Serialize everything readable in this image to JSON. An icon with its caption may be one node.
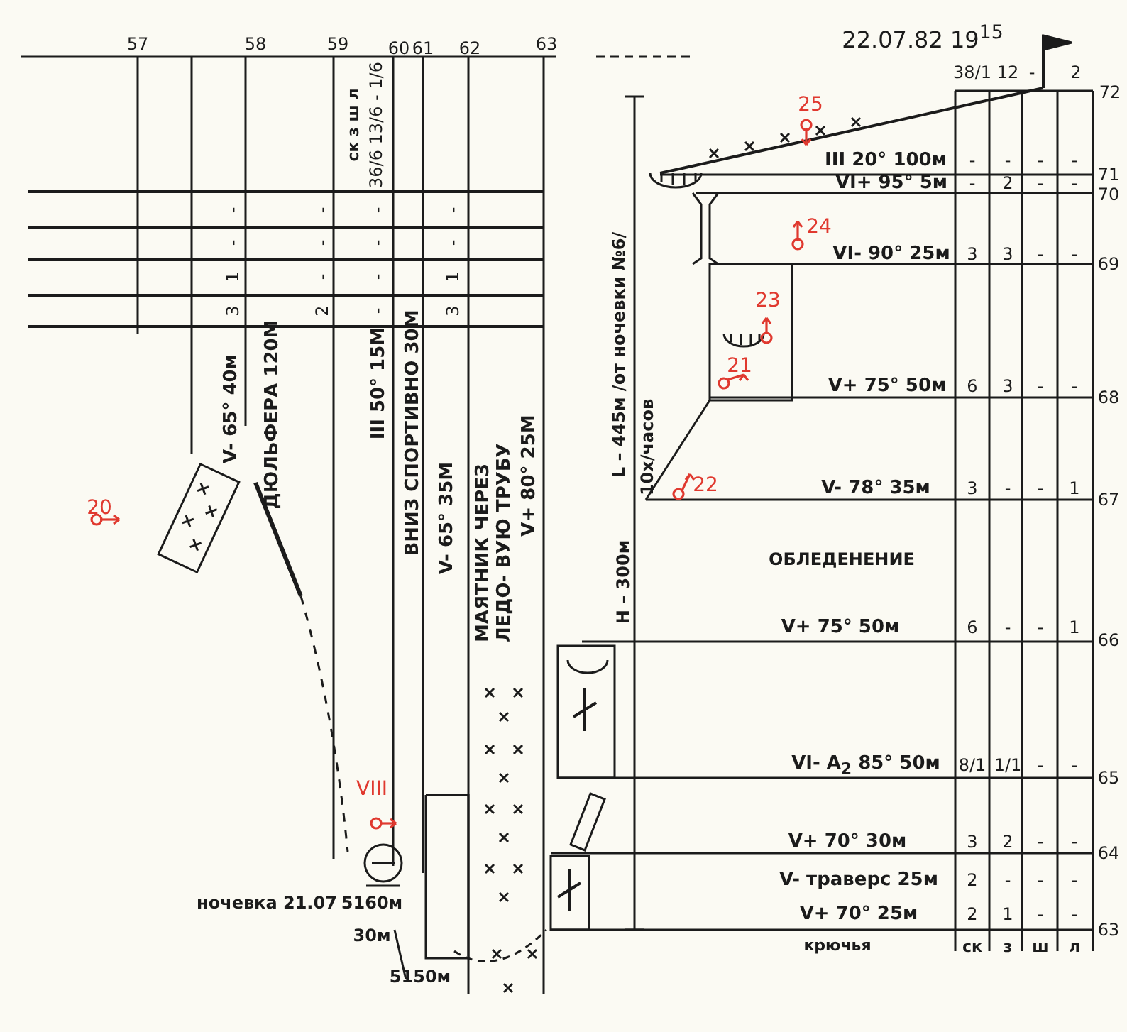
{
  "diagram": {
    "labels": [
      "22.07.82 19$^{15}$",
      "57",
      "58",
      "59",
      "60",
      "61",
      "62",
      "63",
      "38/1",
      "12",
      "-",
      "2",
      "72",
      "25",
      "ск з ш л",
      "36/6 13/6 - 1/6",
      "III 20° 100м",
      "-",
      "-",
      "-",
      "-",
      "71",
      "VI+ 95° 5м",
      "-",
      "2",
      "-",
      "-",
      "70",
      "-",
      "-",
      "-",
      "-",
      "24",
      "-",
      "-",
      "-",
      "-",
      "1",
      "-",
      "-",
      "1",
      "3",
      "2",
      "-",
      "3",
      "VI- 90° 25м",
      "3",
      "3",
      "-",
      "-",
      "69",
      "23",
      "21",
      "V+ 75° 50м",
      "6",
      "3",
      "-",
      "-",
      "68",
      "V- 65° 40м",
      "ДЮЛЬФЕРА 120М",
      "III 50° 15М",
      "ВНИЗ СПОРТИВНО 30М",
      "V- 65° 35М",
      "МАЯТНИК ЧЕРЕЗ ЛЕДО- ВУЮ ТРУБУ",
      "V+ 80° 25М",
      "L – 445м /от ночевки №6/",
      "10х/часов",
      "22",
      "V- 78° 35м",
      "3",
      "-",
      "-",
      "1",
      "67",
      "20",
      "ОБЛЕДЕНЕНИЕ",
      "H – 300м",
      "V+ 75° 50м",
      "6",
      "-",
      "-",
      "1",
      "66",
      "VI- A$_{2}$ 85° 50м",
      "8/1",
      "1/1",
      "-",
      "-",
      "65",
      "VIII",
      "V+ 70° 30м",
      "3",
      "2",
      "-",
      "-",
      "64",
      "V- траверс 25м",
      "2",
      "-",
      "-",
      "-",
      "ночевка 21.07",
      "5160м",
      "V+ 70° 25м",
      "2",
      "1",
      "-",
      "-",
      "63",
      "30м",
      "крючья",
      "ск",
      "з",
      "ш",
      "л",
      "5150м"
    ]
  }
}
